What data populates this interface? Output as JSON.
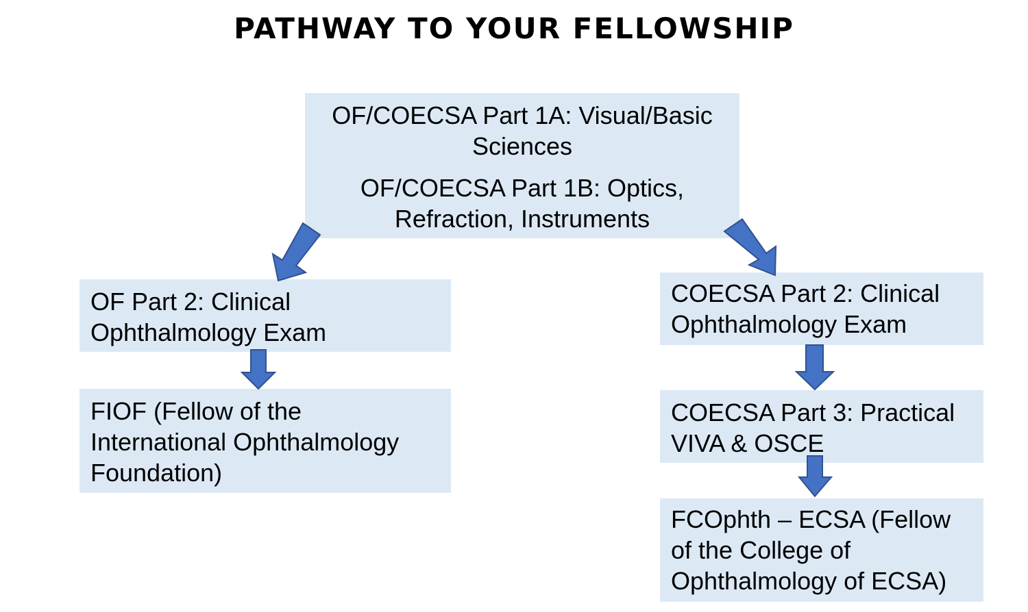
{
  "title": "PATHWAY TO YOUR FELLOWSHIP",
  "colors": {
    "box_fill": "#dce9f5",
    "arrow_fill": "#4472c4",
    "arrow_stroke": "#2f528f"
  },
  "part1": {
    "part1a_line1": "OF/COECSA  Part 1A: Visual/Basic",
    "part1a_line2": "Sciences",
    "part1b_line1": "OF/COECSA Part 1B: Optics,",
    "part1b_line2": "Refraction, Instruments"
  },
  "of_path": {
    "part2_line1": "OF Part 2: Clinical",
    "part2_line2": "Ophthalmology Exam",
    "fiof_line1": "FIOF (Fellow of the",
    "fiof_line2": "International Ophthalmology",
    "fiof_line3": "Foundation)"
  },
  "coecsa_path": {
    "part2_line1": "COECSA Part 2: Clinical",
    "part2_line2": "Ophthalmology Exam",
    "part3_line1": "COECSA Part 3: Practical",
    "part3_line2": "VIVA & OSCE",
    "fcophth_line1": "FCOphth – ECSA (Fellow",
    "fcophth_line2": "of the College of",
    "fcophth_line3": "Ophthalmology of ECSA)"
  }
}
